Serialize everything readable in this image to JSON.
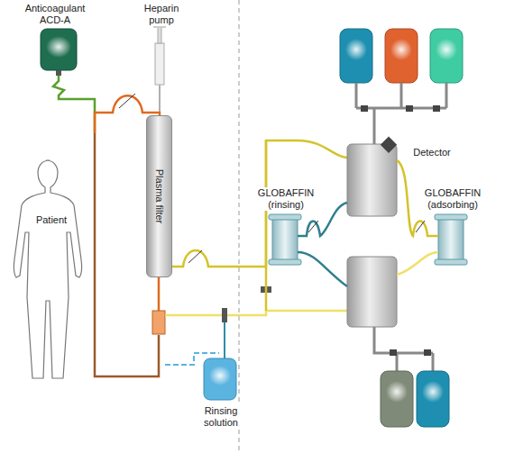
{
  "diagram": {
    "nodes": [
      {
        "text": [
          "Plasma filter"
        ]
      }
    ],
    "labels": [
      "Anticoagulant ACD-A",
      "Heparin pump",
      "Patient",
      "Detector",
      "GLOBAFFIN (rinsing)",
      "GLOBAFFIN (adsorbing)",
      "Rinsing solution"
    ]
  }
}
